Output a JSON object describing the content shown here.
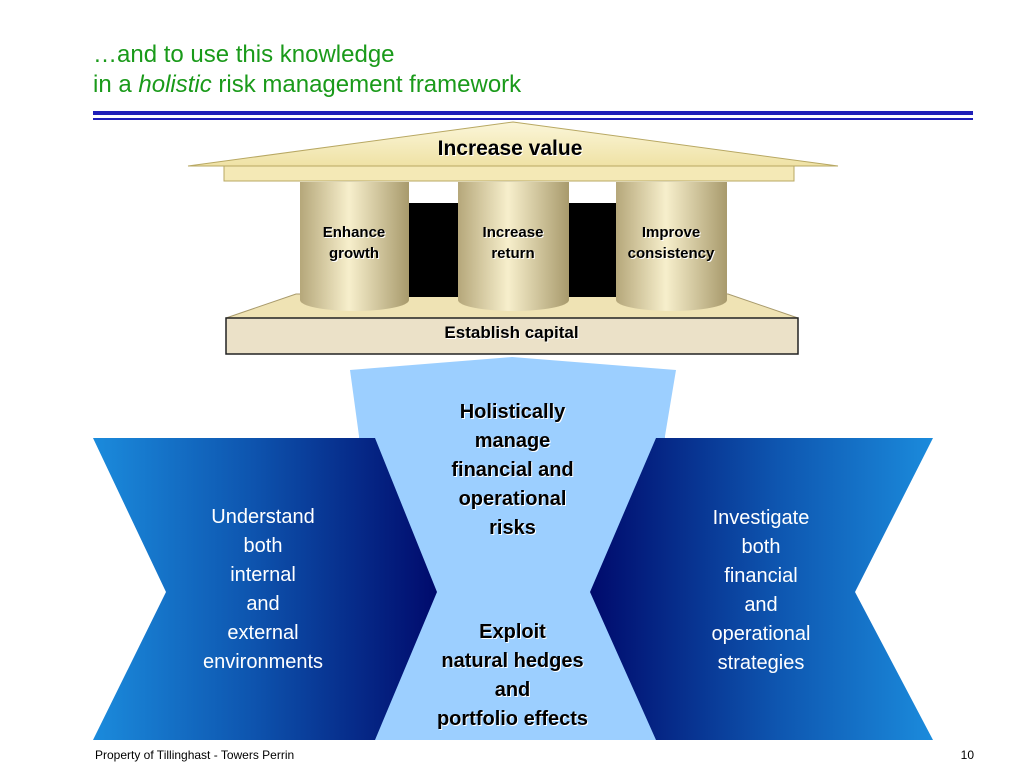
{
  "slide": {
    "title_line1": "…and to use this knowledge",
    "title_line2_prefix": "in a ",
    "title_line2_emphasis": "holistic",
    "title_line2_suffix": " risk management framework",
    "footer": "Property of Tillinghast - Towers Perrin",
    "page_number": "10"
  },
  "temple": {
    "roof": "Increase value",
    "pillars": [
      {
        "line1": "Enhance",
        "line2": "growth"
      },
      {
        "line1": "Increase",
        "line2": "return"
      },
      {
        "line1": "Improve",
        "line2": "consistency"
      }
    ],
    "base": "Establish capital"
  },
  "framework": {
    "center_top": [
      "Holistically",
      "manage",
      "financial and",
      "operational",
      "risks"
    ],
    "center_bottom": [
      "Exploit",
      "natural hedges",
      "and",
      "portfolio effects"
    ],
    "left": [
      "Understand",
      "both",
      "internal",
      "and",
      "external",
      "environments"
    ],
    "right": [
      "Investigate",
      "both",
      "financial",
      "and",
      "operational",
      "strategies"
    ]
  },
  "colors": {
    "title": "#1a9a1a",
    "rule": "#1f1fb8",
    "temple_cream": "#f5ecc0",
    "center_light_blue": "#9ccfff",
    "chevron_dark": "#000a6e",
    "chevron_bright": "#1d86d8"
  }
}
